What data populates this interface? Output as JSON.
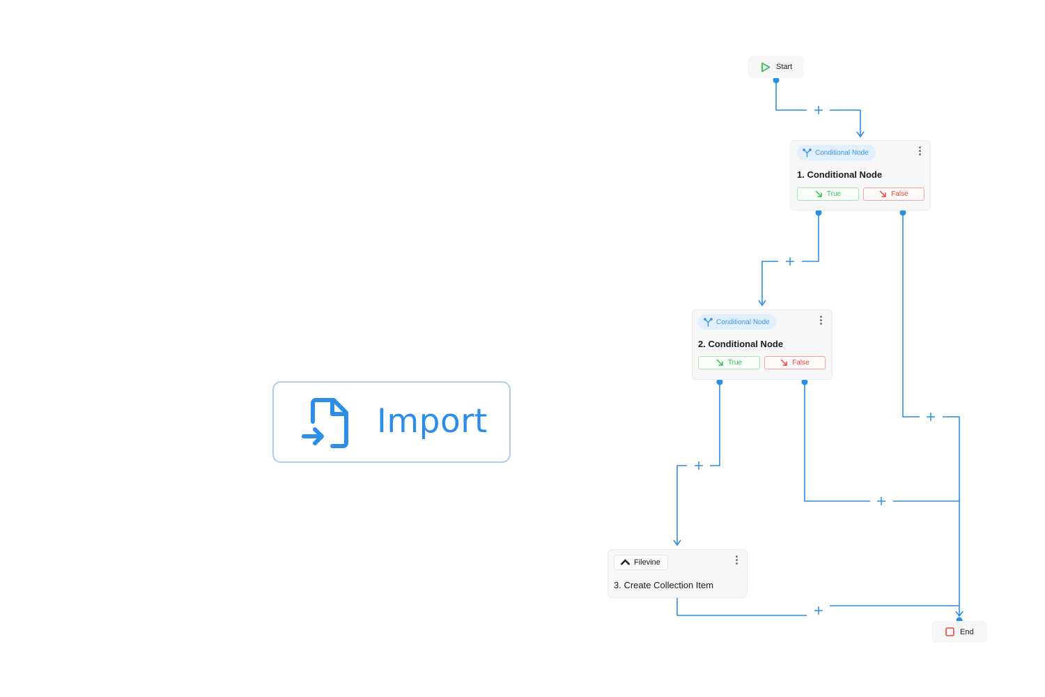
{
  "import": {
    "label": "Import"
  },
  "start": {
    "label": "Start"
  },
  "end": {
    "label": "End"
  },
  "nodes": [
    {
      "badge": "Conditional Node",
      "title": "1. Conditional Node",
      "true_label": "True",
      "false_label": "False"
    },
    {
      "badge": "Conditional Node",
      "title": "2. Conditional Node",
      "true_label": "True",
      "false_label": "False"
    },
    {
      "badge": "Filevine",
      "title": "3. Create Collection Item"
    }
  ],
  "icons": {
    "import": "file-import-icon",
    "start": "play-icon",
    "end": "stop-square-icon",
    "conditional": "branch-icon",
    "filevine": "filevine-logo-icon",
    "true": "arrow-down-right-icon",
    "false": "arrow-down-right-icon",
    "menu": "more-vertical-icon"
  },
  "colors": {
    "edge": "#2b8ee6",
    "true": "#2fbf56",
    "false": "#e8453c",
    "start": "#2fbf56",
    "end": "#e8453c",
    "badge_bg": "#e2effc",
    "badge_text": "#3d93e4"
  }
}
